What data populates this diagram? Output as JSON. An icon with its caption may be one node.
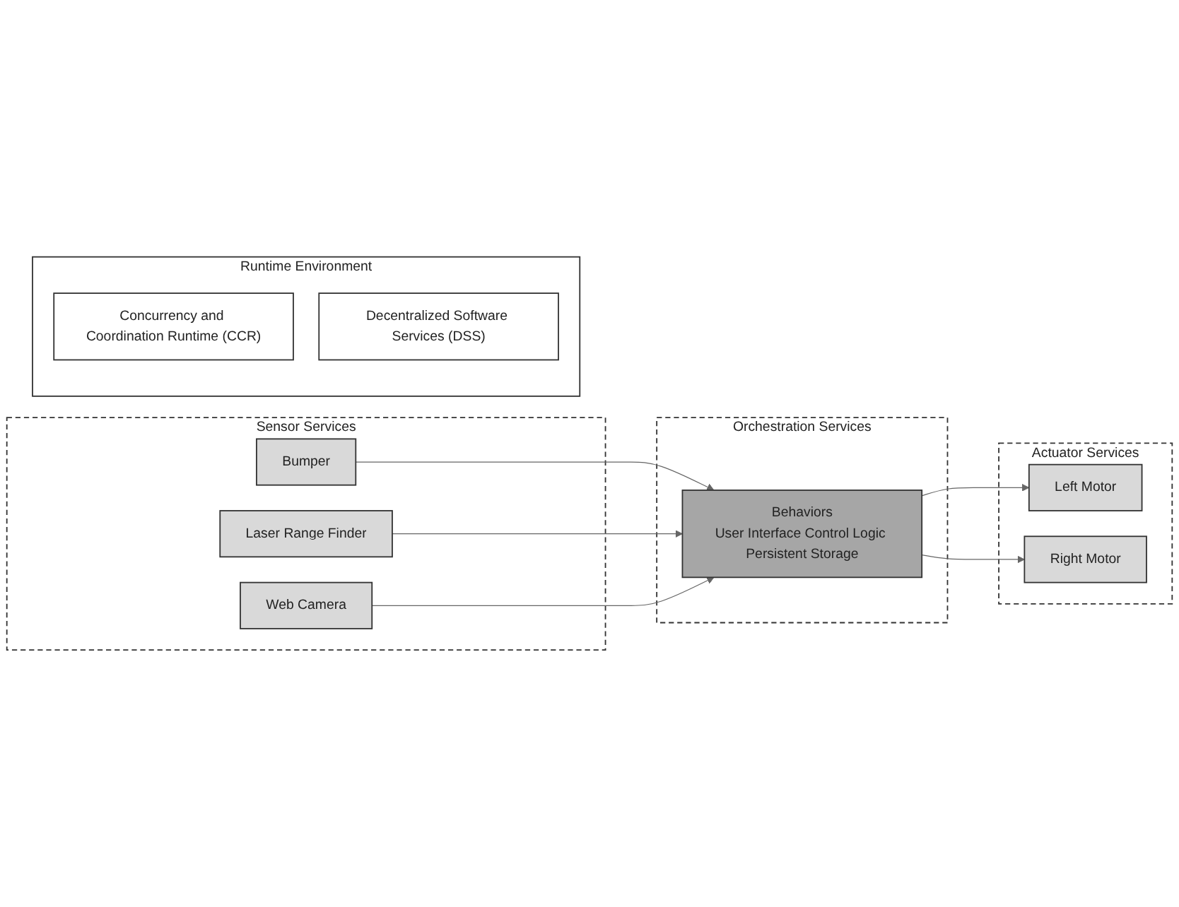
{
  "diagram": {
    "nodes": [
      {
        "text": [
          "Sensor Services"
        ]
      },
      {
        "text": [
          "Bumper"
        ],
        "in": 0
      },
      {
        "text": [
          "Laser Range Finder"
        ],
        "in": 0
      },
      {
        "text": [
          "Web Camera"
        ],
        "in": 0
      },
      {
        "text": [
          "Orchestration Services"
        ]
      },
      {
        "text": [
          "Behaviors",
          "User Interface Control Logic Persistent Storage"
        ],
        "in": 4
      },
      {
        "text": [
          "Actuator Services"
        ]
      },
      {
        "text": [
          "Left Motor"
        ],
        "in": 6
      },
      {
        "text": [
          "Right Motor"
        ],
        "in": 6
      },
      {
        "text": [
          "Runtime Environment"
        ]
      },
      {
        "text": [
          "Concurrency and Coordination Runtime (CCR)"
        ],
        "in": 9
      },
      {
        "text": [
          "Decentralized Software Services (DSS)"
        ],
        "in": 9
      }
    ],
    "edges": [
      {
        "from": 1,
        "to": 5,
        "arrow": "to"
      },
      {
        "from": 2,
        "to": 5,
        "arrow": "to"
      },
      {
        "from": 3,
        "to": 5,
        "arrow": "to"
      },
      {
        "from": 5,
        "to": 7,
        "arrow": "to"
      },
      {
        "from": 5,
        "to": 8,
        "arrow": "to"
      }
    ]
  }
}
